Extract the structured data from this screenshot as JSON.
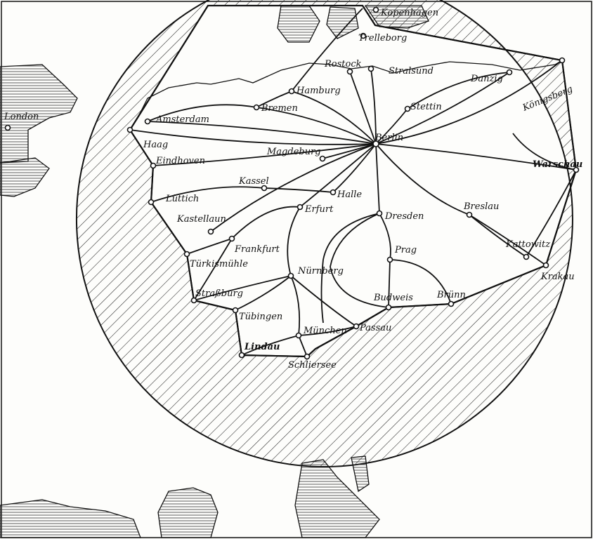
{
  "map": {
    "cities": [
      {
        "id": "london",
        "name": "London"
      },
      {
        "id": "kopenhagen",
        "name": "Kopenhagen"
      },
      {
        "id": "trelleborg",
        "name": "Trelleborg"
      },
      {
        "id": "rostock",
        "name": "Rostock"
      },
      {
        "id": "stralsund",
        "name": "Stralsund"
      },
      {
        "id": "hamburg",
        "name": "Hamburg"
      },
      {
        "id": "bremen",
        "name": "Bremen"
      },
      {
        "id": "amsterdam",
        "name": "Amsterdam"
      },
      {
        "id": "haag",
        "name": "Haag"
      },
      {
        "id": "eindhoven",
        "name": "Eindhoven"
      },
      {
        "id": "luettich",
        "name": "Lüttich"
      },
      {
        "id": "kassel",
        "name": "Kassel"
      },
      {
        "id": "kastellaun",
        "name": "Kastellaun"
      },
      {
        "id": "magdeburg",
        "name": "Magdeburg"
      },
      {
        "id": "halle",
        "name": "Halle"
      },
      {
        "id": "erfurt",
        "name": "Erfurt"
      },
      {
        "id": "frankfurt",
        "name": "Frankfurt"
      },
      {
        "id": "tuerkismuehle",
        "name": "Türkismühle"
      },
      {
        "id": "strassburg",
        "name": "Straßburg"
      },
      {
        "id": "tuebingen",
        "name": "Tübingen"
      },
      {
        "id": "lindau",
        "name": "Lindau"
      },
      {
        "id": "schliersee",
        "name": "Schliersee"
      },
      {
        "id": "muenchen",
        "name": "München"
      },
      {
        "id": "nuernberg",
        "name": "Nürnberg"
      },
      {
        "id": "passau",
        "name": "Passau"
      },
      {
        "id": "budweis",
        "name": "Budweis"
      },
      {
        "id": "bruenn",
        "name": "Brünn"
      },
      {
        "id": "prag",
        "name": "Prag"
      },
      {
        "id": "dresden",
        "name": "Dresden"
      },
      {
        "id": "berlin",
        "name": "Berlin"
      },
      {
        "id": "stettin",
        "name": "Stettin"
      },
      {
        "id": "danzig",
        "name": "Danzig"
      },
      {
        "id": "koenigsberg",
        "name": "Königsberg"
      },
      {
        "id": "warschau",
        "name": "Warschau"
      },
      {
        "id": "breslau",
        "name": "Breslau"
      },
      {
        "id": "kattowitz",
        "name": "Kattowitz"
      },
      {
        "id": "krakau",
        "name": "Krakau"
      }
    ],
    "colors": {
      "ink": "#111111",
      "paper": "#fdfdfb"
    }
  }
}
